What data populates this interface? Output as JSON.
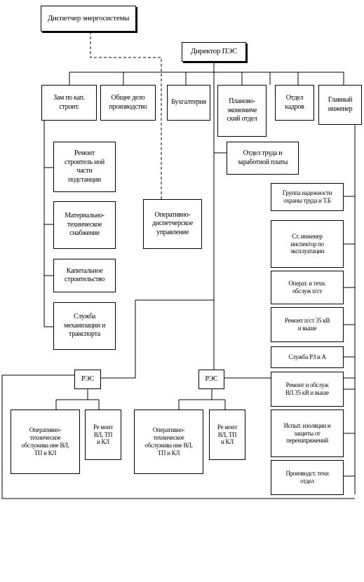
{
  "top": {
    "dispatcher": "Диспетчер энергосистемы",
    "director": "Директор ПЭС"
  },
  "row1": {
    "deputy": "Зам по кап.\nстроит.",
    "general": "Общее дело\nпроизводство",
    "accounting": "Бухгалтерия",
    "planning": "Планово-\nэкономиче\nский отдел",
    "personnel": "Отдел\nкадров",
    "chief_engineer": "Главный\nинженер"
  },
  "labor_dept": "Отдел труда и\nзаработной платы",
  "left_column": [
    "Ремонт\nстроитель ной\nчасти\nподстанции",
    "Материально-\nтехническое\nснабжение",
    "Капитальное\nстроительство",
    "Служба\nмеханизации и\nтранспорта"
  ],
  "operational": "Оперативно-\nдиспетчерское\nуправление",
  "right_column": [
    "Группа надежности\nохраны труда и Т.Б",
    "Ст. инженер\nинспектор по\nэксплуатации",
    "Операт. и техн.\nобслуж п/ст",
    "Ремонт п/ст 35 кВ\nи выше",
    "Служба РЗ и А",
    "Ремонт и обслуж\nВЛ 35 кВ и выше",
    "Испыт. изоляции и\nзащиты от\nперенапряжений",
    "Производст. техн\nотдел"
  ],
  "res": [
    {
      "title": "РЭС",
      "ops": "Оперативно-\nтехническое\nобслужива ние ВЛ,\nТП и КЛ",
      "repair": "Ре монт\nВЛ, ТП\nи КЛ"
    },
    {
      "title": "РЭС",
      "ops": "Оперативно-\nтехническое\nобслужива ние ВЛ,\nТП и КЛ",
      "repair": "Ре монт\nВЛ, ТП\nи КЛ"
    }
  ]
}
